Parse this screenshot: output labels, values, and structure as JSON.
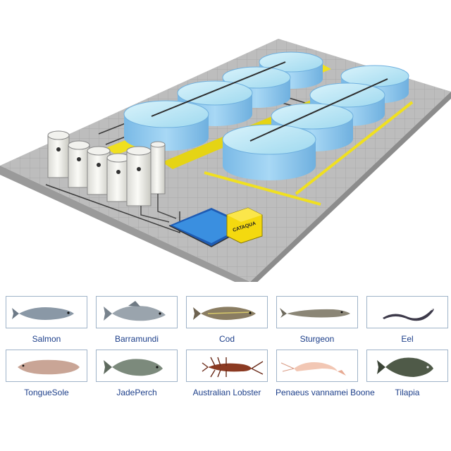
{
  "machine_label": "CATAQUA",
  "species": [
    {
      "name": "Salmon",
      "icon": "salmon-icon"
    },
    {
      "name": "Barramundi",
      "icon": "barramundi-icon"
    },
    {
      "name": "Cod",
      "icon": "cod-icon"
    },
    {
      "name": "Sturgeon",
      "icon": "sturgeon-icon"
    },
    {
      "name": "Eel",
      "icon": "eel-icon"
    },
    {
      "name": "TongueSole",
      "icon": "tongue-sole-icon"
    },
    {
      "name": "JadePerch",
      "icon": "jade-perch-icon"
    },
    {
      "name": "Australian Lobster",
      "icon": "lobster-icon"
    },
    {
      "name": "Penaeus vannamei Boone",
      "icon": "shrimp-icon"
    },
    {
      "name": "Tilapia",
      "icon": "tilapia-icon"
    }
  ],
  "colors": {
    "floor": "#b9b9b9",
    "tank_wall": "#8fc9ef",
    "tank_water": "#bfe7f7",
    "walkway": "#f0e020",
    "label_text": "#1d3f8a",
    "card_border": "#9fb3c8"
  }
}
